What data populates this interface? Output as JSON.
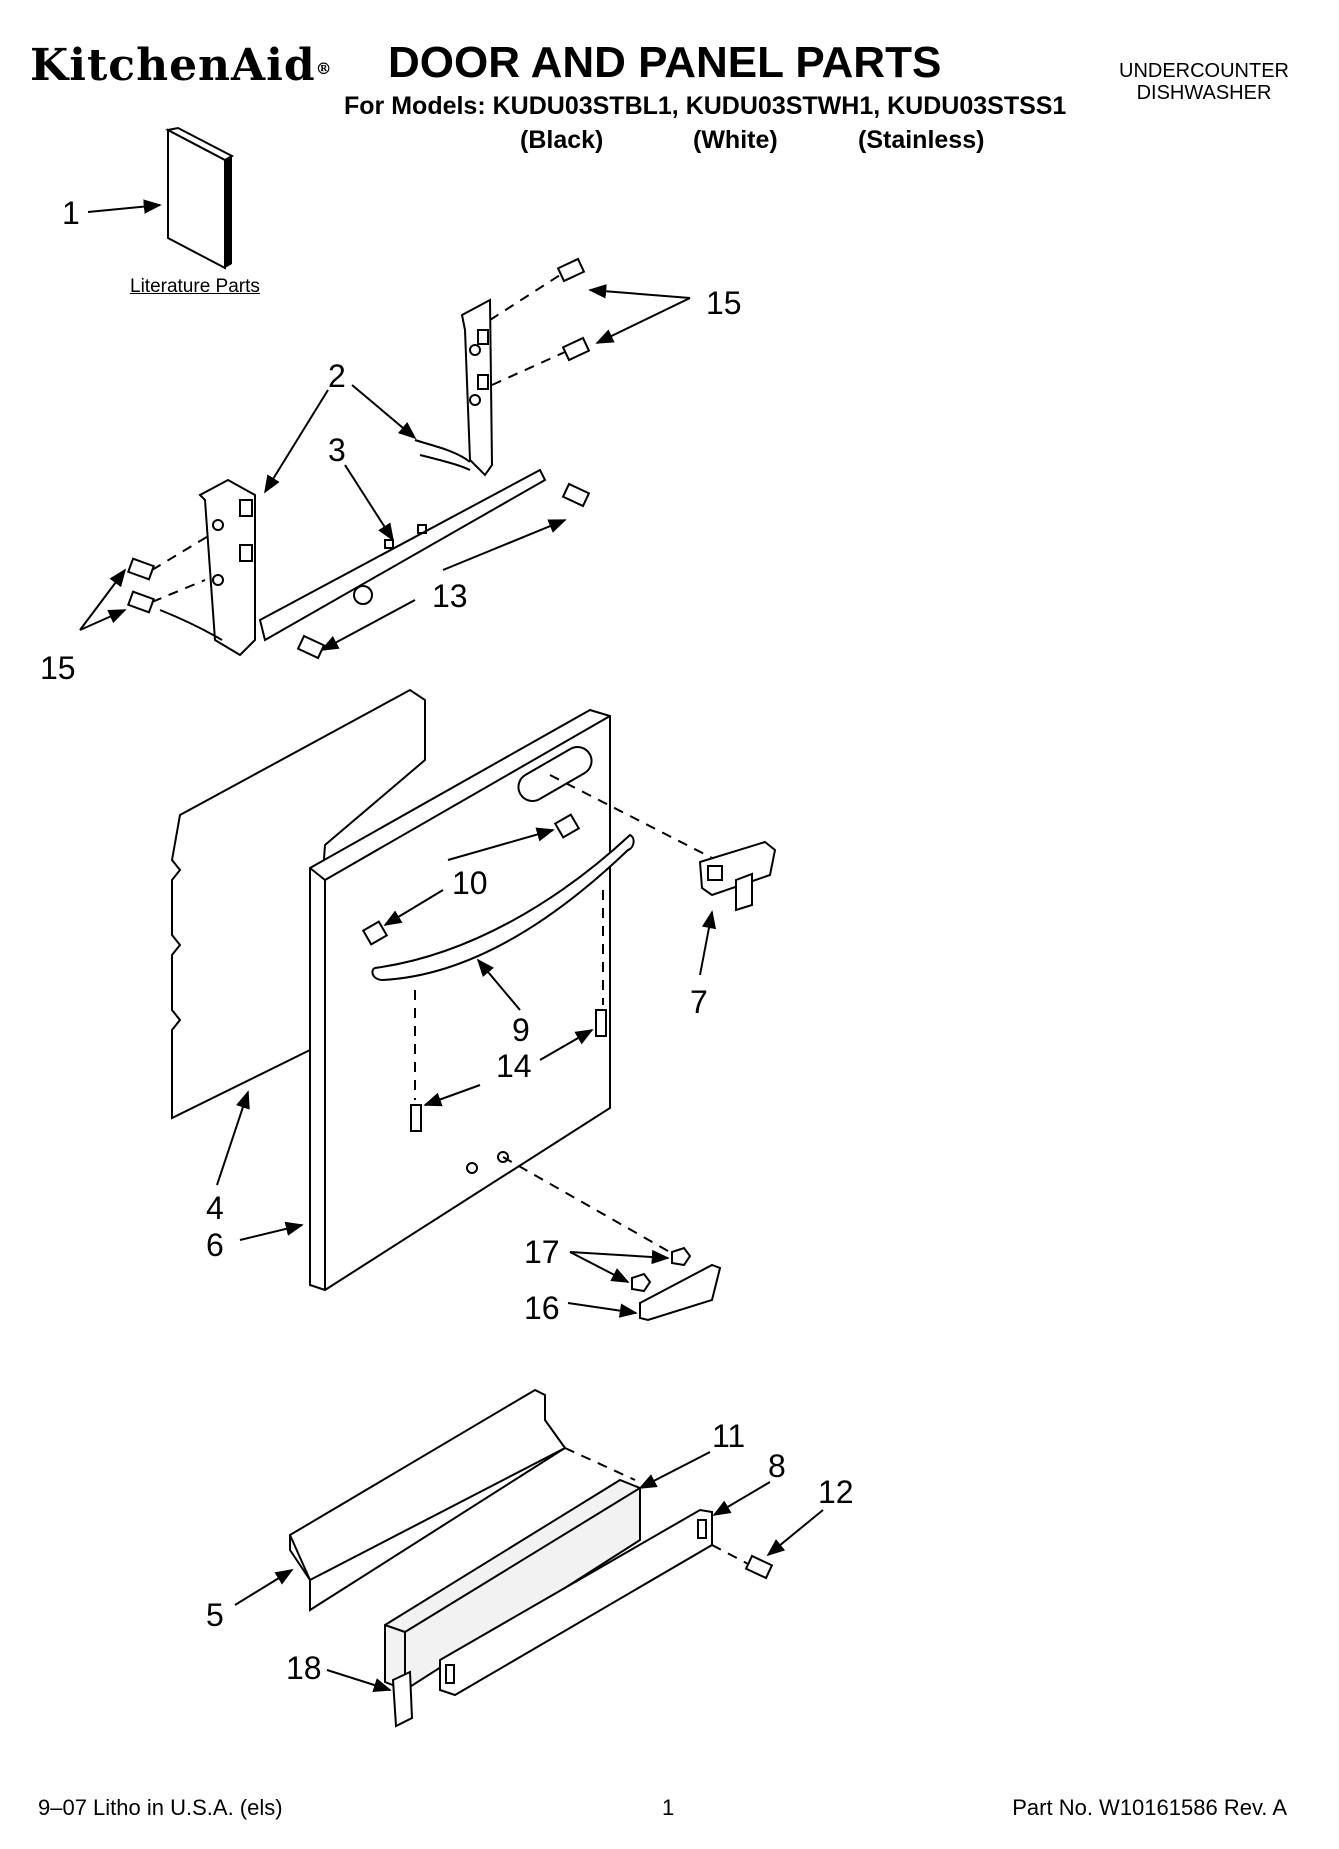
{
  "header": {
    "brand": "KitchenAid",
    "brand_mark": "®",
    "title": "DOOR AND PANEL PARTS",
    "models_line": "For Models: KUDU03STBL1, KUDU03STWH1, KUDU03STSS1",
    "variants": [
      "(Black)",
      "(White)",
      "(Stainless)"
    ],
    "category_line1": "UNDERCOUNTER",
    "category_line2": "DISHWASHER"
  },
  "literature_label": "Literature Parts",
  "callouts": {
    "c1": "1",
    "c2": "2",
    "c3": "3",
    "c4": "4",
    "c5": "5",
    "c6": "6",
    "c7": "7",
    "c8": "8",
    "c9": "9",
    "c10": "10",
    "c11": "11",
    "c12": "12",
    "c13": "13",
    "c14": "14",
    "c15a": "15",
    "c15b": "15",
    "c16": "16",
    "c17": "17",
    "c18": "18"
  },
  "footer": {
    "left": "9–07 Litho in U.S.A. (els)",
    "page": "1",
    "part_no": "Part No. W10161586 Rev. A"
  }
}
